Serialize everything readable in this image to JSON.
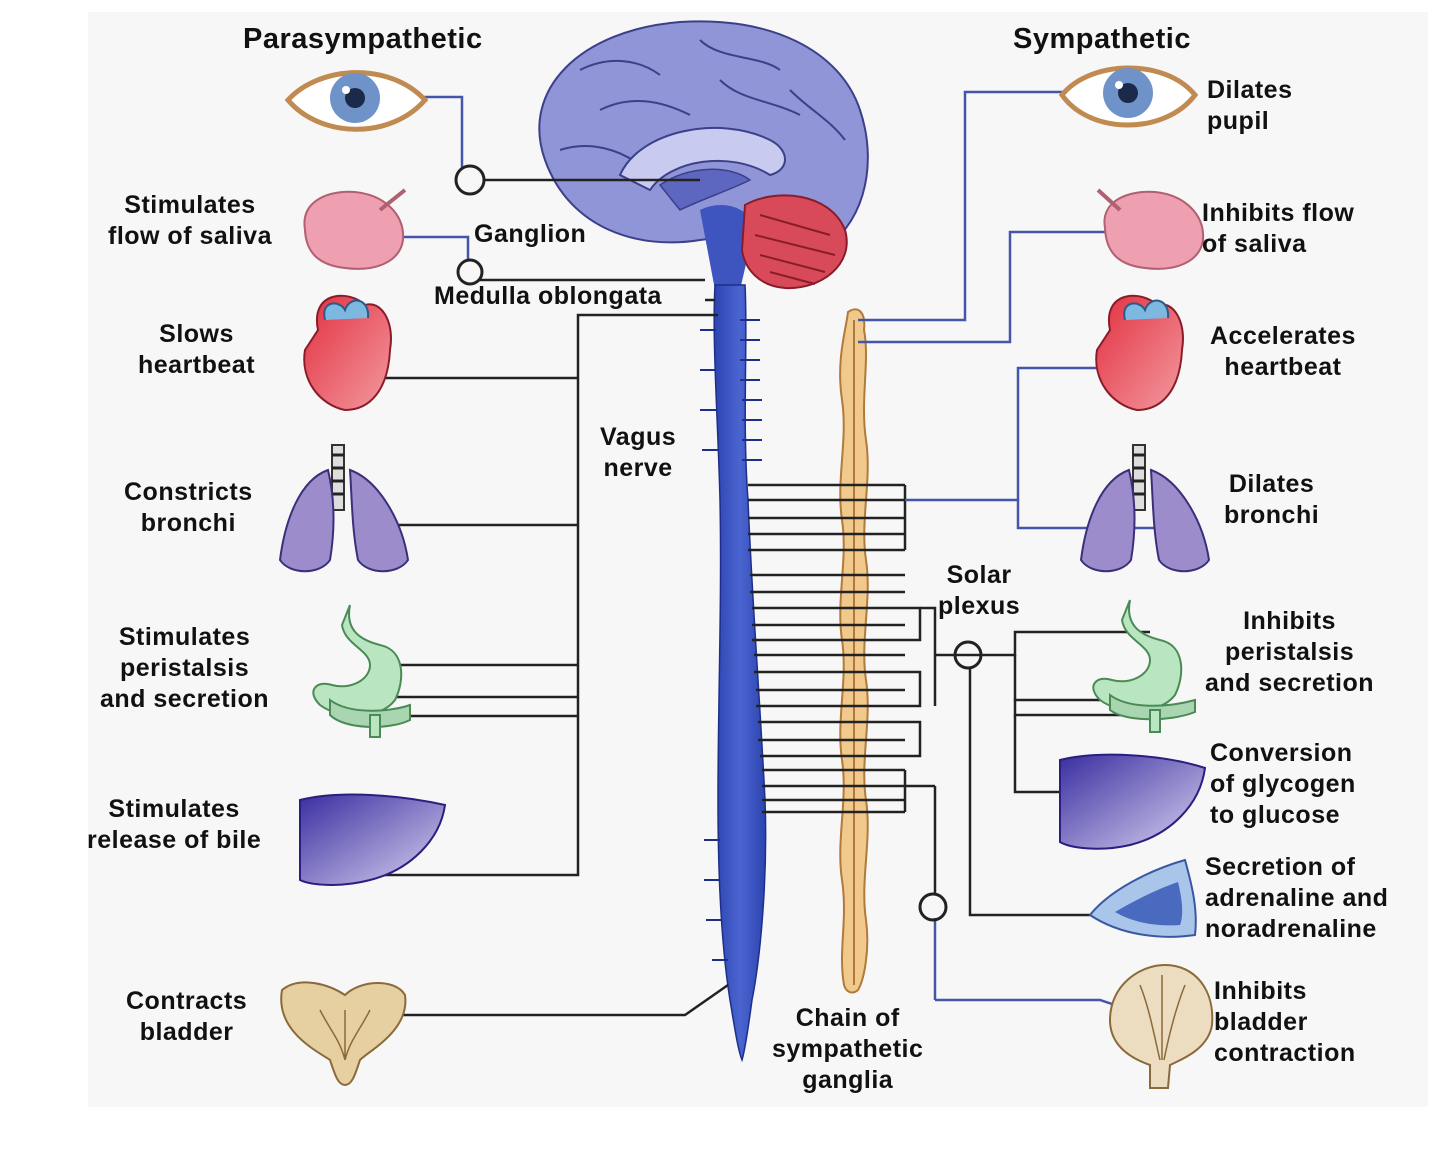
{
  "headers": {
    "parasympathetic": "Parasympathetic",
    "sympathetic": "Sympathetic"
  },
  "parasympathetic_effects": {
    "saliva": "Stimulates\nflow of saliva",
    "heart": "Slows\nheartbeat",
    "bronchi": "Constricts\nbronchi",
    "stomach": "Stimulates\nperistalsis\nand secretion",
    "bile": "Stimulates\nrelease of bile",
    "bladder": "Contracts\nbladder"
  },
  "sympathetic_effects": {
    "pupil": "Dilates\npupil",
    "saliva": "Inhibits flow\nof saliva",
    "heart": "Accelerates\nheartbeat",
    "bronchi": "Dilates\nbronchi",
    "stomach": "Inhibits\nperistalsis\nand secretion",
    "liver": "Conversion\nof glycogen\nto glucose",
    "adrenal": "Secretion of\nadrenaline and\nnoradrenaline",
    "bladder": "Inhibits\nbladder\ncontraction"
  },
  "structures": {
    "ganglion": "Ganglion",
    "medulla": "Medulla oblongata",
    "vagus": "Vagus\nnerve",
    "solar_plexus": "Solar\nplexus",
    "chain": "Chain of\nsympathetic\nganglia"
  },
  "colors": {
    "brain": "#8f95d6",
    "cerebellum": "#d84a5a",
    "spinal_cord": "#3e55c0",
    "sympathetic_chain": "#f2c98c",
    "sympathetic_nerve": "#4455aa",
    "parasympathetic_nerve": "#222222",
    "heart": "#e0404c",
    "lungs": "#9c8ccc",
    "stomach": "#b9e6c0",
    "liver": "#5a4cb0",
    "salivary": "#eea0b0",
    "bladder": "#e6cfa0",
    "eye": "#6f93c9"
  },
  "icons": [
    "eye-icon",
    "salivary-gland-icon",
    "heart-icon",
    "lungs-icon",
    "stomach-icon",
    "liver-icon",
    "adrenal-gland-icon",
    "bladder-icon",
    "brain-icon",
    "spinal-cord-icon",
    "ganglion-icon"
  ]
}
